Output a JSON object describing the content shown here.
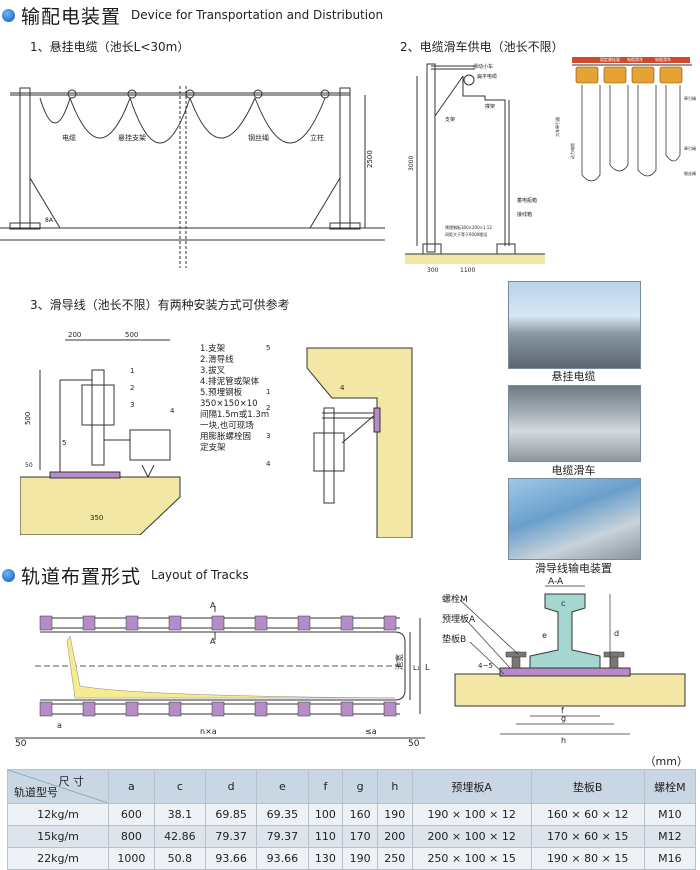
{
  "section1": {
    "title": "输配电装置",
    "title_en": "Device for Transportation and Distribution"
  },
  "sub1": "1、悬挂电缆（池长L<30m）",
  "sub2": "2、电缆滑车供电（池长不限）",
  "sub3": "3、滑导线（池长不限）有两种安装方式可供参考",
  "fig1": {
    "labels": [
      "电缆",
      "悬挂支架",
      "钢丝绳",
      "立柱"
    ],
    "dim": "2500",
    "ref": "8A"
  },
  "fig2": {
    "labels": [
      "滑动小车",
      "扁平电缆",
      "撑架",
      "支架",
      "蓄电瓶箱",
      "接线箱",
      "预埋钢板300×200×1.12",
      "间距大于等于6000埋设"
    ],
    "dims": [
      "3000",
      "300",
      "1100"
    ]
  },
  "fig3": {
    "labels": [
      "固定悬挂架",
      "电缆滑车",
      "电缆滑车",
      "牵引绳",
      "大车牵引器",
      "动力电缆",
      "牵引绳",
      "钢丝绳"
    ]
  },
  "fig4": {
    "dims": [
      "200",
      "500",
      "500",
      "50",
      "350"
    ],
    "labels": [
      "1",
      "2",
      "3",
      "4",
      "5"
    ]
  },
  "fig4_legend": [
    "1.支架",
    "2.滑导线",
    "3.拔叉",
    "4.排泥管或架体",
    "5.预埋钢板",
    "350×150×10",
    "间隔1.5m或1.3m",
    "一块,也可现场",
    "用膨胀螺栓固",
    "定支架"
  ],
  "fig5": {
    "labels": [
      "5",
      "1",
      "2",
      "3",
      "4"
    ],
    "dim": "4"
  },
  "photos": [
    {
      "caption": "悬挂电缆"
    },
    {
      "caption": "电缆滑车"
    },
    {
      "caption": "滑导线输电装置"
    }
  ],
  "section2": {
    "title": "轨道布置形式",
    "title_en": "Layout of Tracks"
  },
  "layout": {
    "labels": [
      "A",
      "A",
      "L",
      "池宽",
      "L₁"
    ],
    "bottom": [
      "50",
      "a",
      "n×a",
      "≤a",
      "50"
    ]
  },
  "section_aa": {
    "title": "A-A",
    "labels": [
      "螺栓M",
      "预埋板A",
      "垫板B",
      "c",
      "e",
      "d",
      "f",
      "g",
      "h",
      "4~5"
    ]
  },
  "table": {
    "unit": "（mm）",
    "corner_top": "尺 寸",
    "corner_bottom": "轨道型号",
    "headers": [
      "a",
      "c",
      "d",
      "e",
      "f",
      "g",
      "h",
      "预埋板A",
      "垫板B",
      "螺栓M"
    ],
    "rows": [
      {
        "model": "12kg/m",
        "cells": [
          "600",
          "38.1",
          "69.85",
          "69.35",
          "100",
          "160",
          "190",
          "190 × 100 × 12",
          "160 × 60 × 12",
          "M10"
        ]
      },
      {
        "model": "15kg/m",
        "cells": [
          "800",
          "42.86",
          "79.37",
          "79.37",
          "110",
          "170",
          "200",
          "200 × 100 × 12",
          "170 × 60 × 15",
          "M12"
        ]
      },
      {
        "model": "22kg/m",
        "cells": [
          "1000",
          "50.8",
          "93.66",
          "93.66",
          "130",
          "190",
          "250",
          "250 × 100 × 15",
          "190 × 80 × 15",
          "M16"
        ]
      }
    ]
  }
}
